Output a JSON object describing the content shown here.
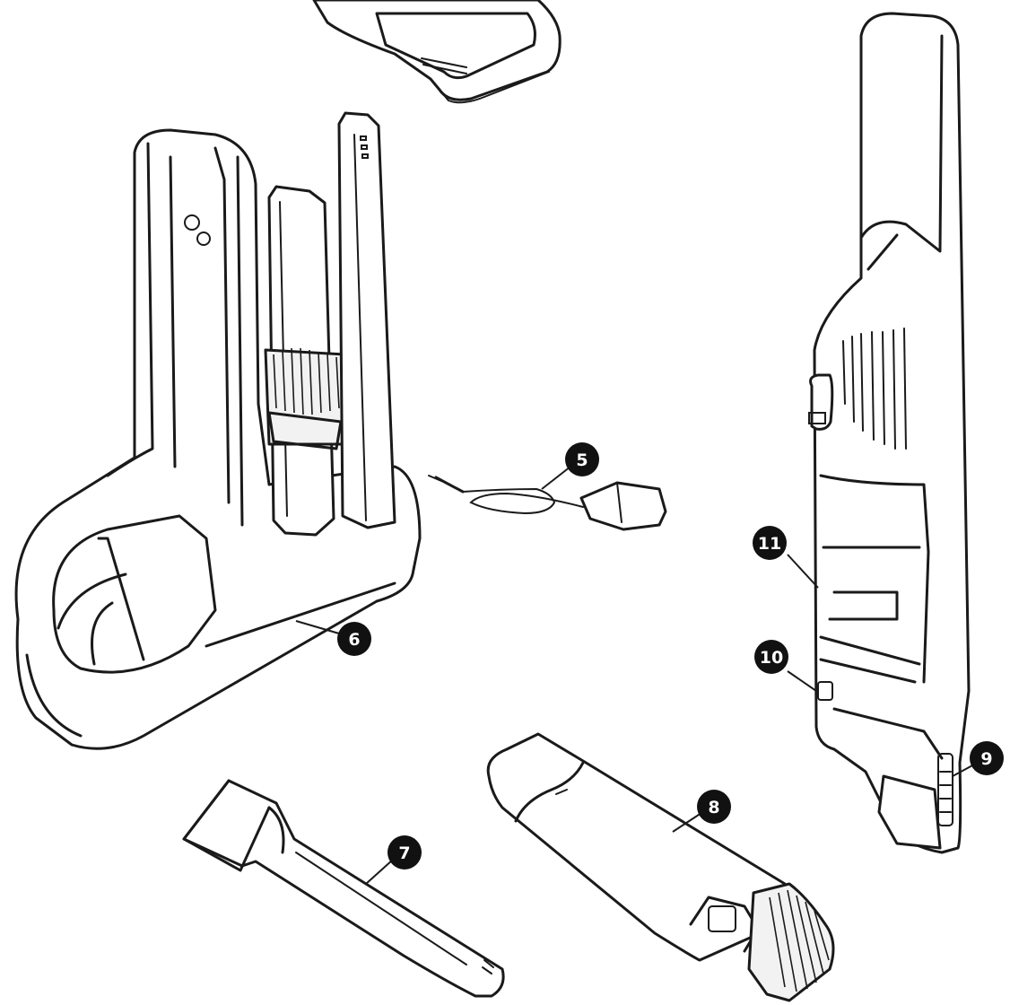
{
  "callouts": [
    {
      "id": "5",
      "label": "5",
      "part": "charging-adapter"
    },
    {
      "id": "6",
      "label": "6",
      "part": "charging-dock"
    },
    {
      "id": "7",
      "label": "7",
      "part": "crevice-tool"
    },
    {
      "id": "8",
      "label": "8",
      "part": "dusting-brush"
    },
    {
      "id": "9",
      "label": "9",
      "part": "nozzle-release"
    },
    {
      "id": "10",
      "label": "10",
      "part": "dust-cup-release"
    },
    {
      "id": "11",
      "label": "11",
      "part": "dust-cup"
    }
  ],
  "colors": {
    "ink": "#1a1a1a",
    "callout_fill": "#111111",
    "callout_text": "#ffffff",
    "background": "#ffffff"
  }
}
